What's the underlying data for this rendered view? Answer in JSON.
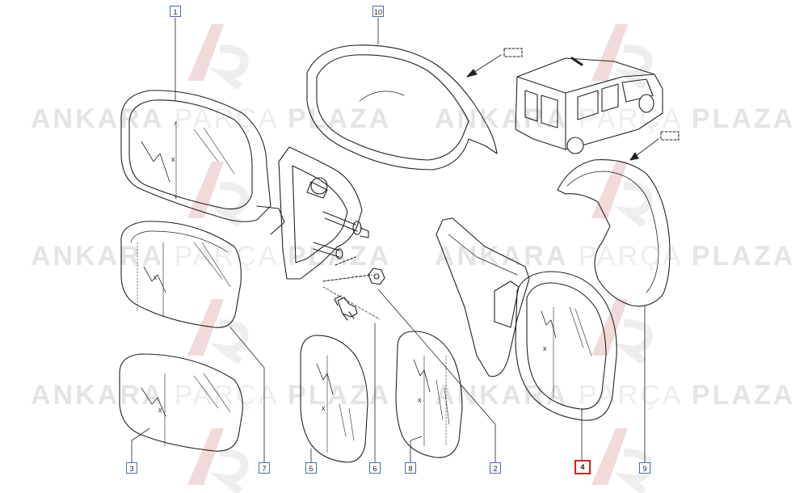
{
  "watermark": {
    "bold": "ANKARA",
    "thin": "PARÇA",
    "bold2": "PLAZA"
  },
  "callouts": [
    {
      "id": "1",
      "label": "1",
      "highlighted": false
    },
    {
      "id": "10",
      "label": "10",
      "highlighted": false
    },
    {
      "id": "3",
      "label": "3",
      "highlighted": false
    },
    {
      "id": "7",
      "label": "7",
      "highlighted": false
    },
    {
      "id": "5",
      "label": "5",
      "highlighted": false
    },
    {
      "id": "6",
      "label": "6",
      "highlighted": false
    },
    {
      "id": "8",
      "label": "8",
      "highlighted": false
    },
    {
      "id": "2",
      "label": "2",
      "highlighted": false
    },
    {
      "id": "4",
      "label": "4",
      "highlighted": true
    },
    {
      "id": "9",
      "label": "9",
      "highlighted": false
    }
  ],
  "colors": {
    "line": "#222222",
    "callout_border": "#4a6fa5",
    "highlight": "#e01b1b",
    "watermark": "#e8e8e8"
  }
}
